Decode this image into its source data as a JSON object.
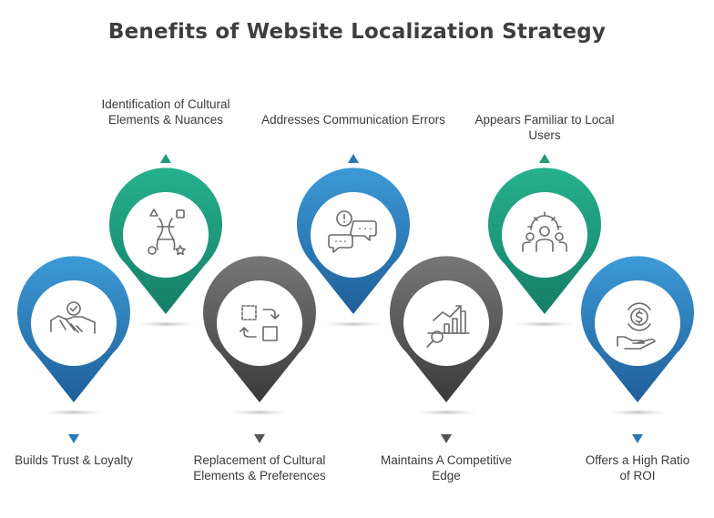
{
  "title": "Benefits of Website Localization Strategy",
  "colors": {
    "teal": "#1f9a7c",
    "blue": "#2b78b8",
    "dark": "#505050",
    "title": "#3e3e3e"
  },
  "benefits": [
    {
      "label": "Builds Trust & Loyalty",
      "icon": "handshake-icon",
      "color": "blue"
    },
    {
      "label": "Identification of Cultural Elements & Nuances",
      "icon": "cultural-elements-icon",
      "color": "teal"
    },
    {
      "label": "Replacement of Cultural Elements & Preferences",
      "icon": "replace-icon",
      "color": "dark"
    },
    {
      "label": "Addresses Communication Errors",
      "icon": "chat-bubbles-icon",
      "color": "blue"
    },
    {
      "label": "Maintains A Competitive Edge",
      "icon": "growth-chart-icon",
      "color": "dark"
    },
    {
      "label": "Appears Familiar to Local Users",
      "icon": "users-gear-icon",
      "color": "teal"
    },
    {
      "label": "Offers a High Ratio of ROI",
      "icon": "dollar-hand-icon",
      "color": "blue"
    }
  ]
}
